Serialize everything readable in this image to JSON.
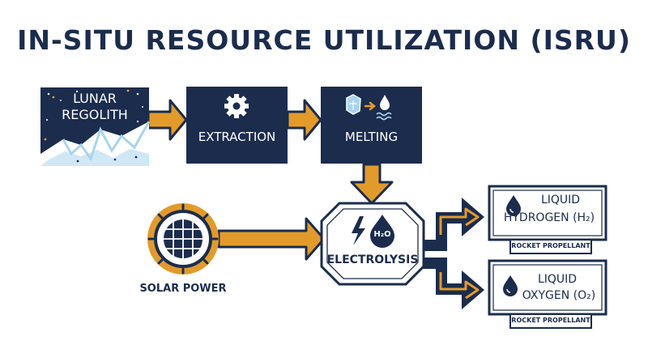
{
  "title": "IN-SITU RESOURCE UTILIZATION (ISRU)",
  "nodes": {
    "regolith": {
      "line1": "LUNAR",
      "line2": "REGOLITH"
    },
    "extraction": {
      "label": "EXTRACTION",
      "icon": "gear-icon"
    },
    "melting": {
      "label": "MELTING",
      "icon": "ice-to-water-icon"
    },
    "electrolysis": {
      "label": "ELECTROLYSIS",
      "icon": "lightning-water-drop-icon",
      "badge": "H₂O"
    },
    "solar": {
      "label": "SOLAR POWER",
      "icon": "solar-panel-icon"
    },
    "hydrogen": {
      "line1": "LIQUID",
      "line2": "HYDROGEN (H₂)",
      "tag": "ROCKET PROPELLANT",
      "icon": "drop-icon"
    },
    "oxygen": {
      "line1": "LIQUID",
      "line2": "OXYGEN (O₂)",
      "tag": "ROCKET PROPELLANT",
      "icon": "drop-icon"
    }
  },
  "colors": {
    "navy": "#1b2c4d",
    "orange": "#e29b2a",
    "ice": "#a9d4ee"
  }
}
